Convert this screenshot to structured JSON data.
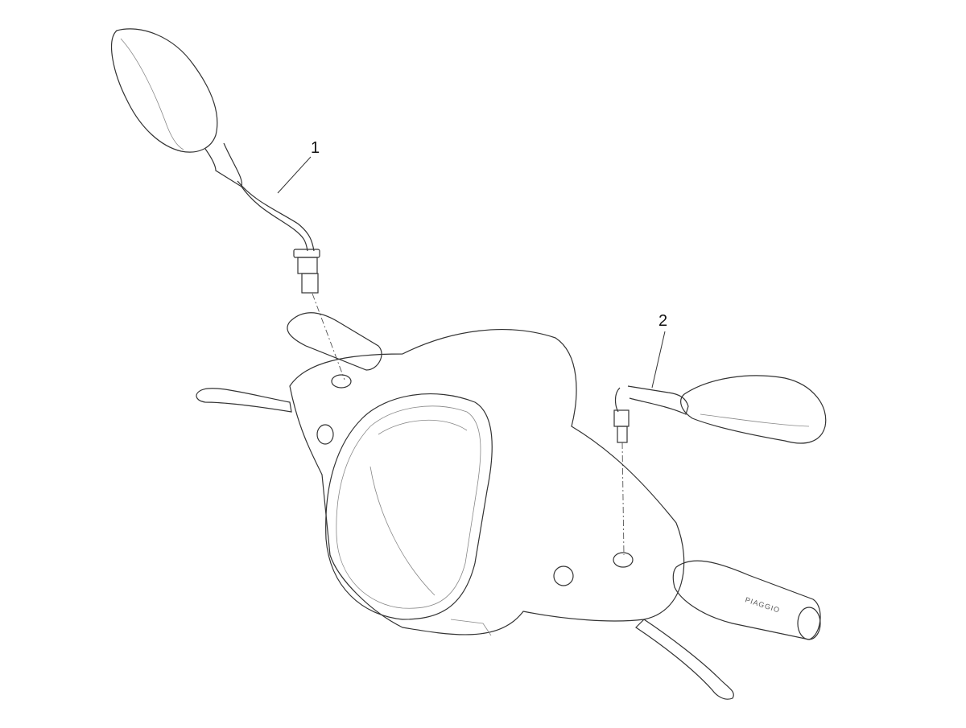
{
  "diagram": {
    "callouts": [
      {
        "label": "1",
        "part": "left-mirror"
      },
      {
        "label": "2",
        "part": "right-mirror"
      }
    ],
    "grip_logo": "PIAGGIO",
    "colors": {
      "line": "#333333",
      "background": "#ffffff"
    }
  }
}
